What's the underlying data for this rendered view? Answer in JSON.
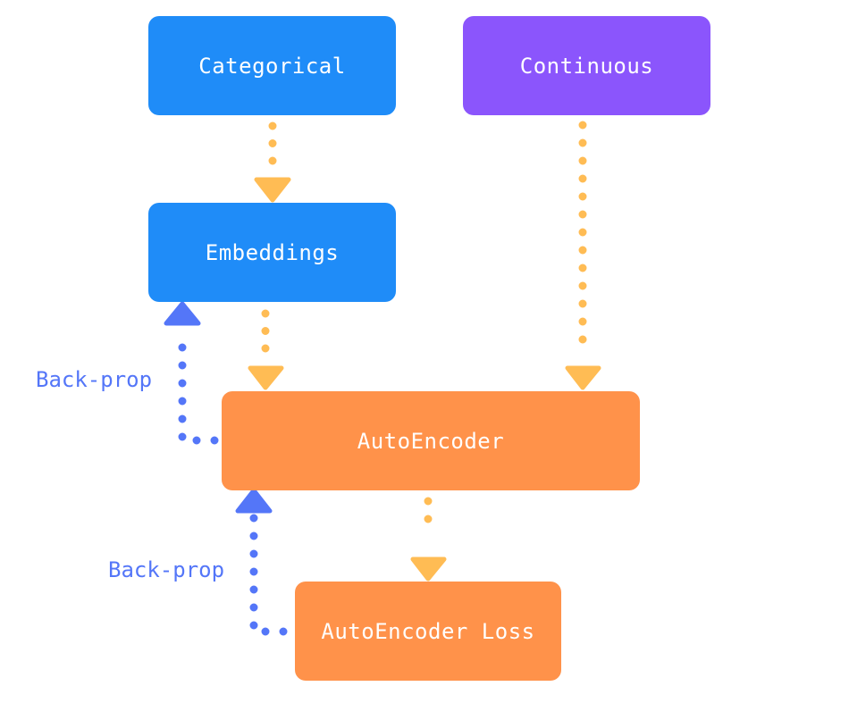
{
  "colors": {
    "blue_node": "#1f8cf8",
    "purple_node": "#8b55fc",
    "orange_node": "#ff924a",
    "forward_edge": "#ffbc54",
    "backprop_edge": "#5476f8",
    "node_text": "#ffffff"
  },
  "nodes": {
    "categorical": "Categorical",
    "continuous": "Continuous",
    "embeddings": "Embeddings",
    "autoencoder": "AutoEncoder",
    "autoencoder_loss": "AutoEncoder Loss"
  },
  "edges": {
    "forward": [
      {
        "from": "Categorical",
        "to": "Embeddings"
      },
      {
        "from": "Embeddings",
        "to": "AutoEncoder"
      },
      {
        "from": "Continuous",
        "to": "AutoEncoder"
      },
      {
        "from": "AutoEncoder",
        "to": "AutoEncoder Loss"
      }
    ],
    "backprop": [
      {
        "from": "AutoEncoder",
        "to": "Embeddings",
        "label": "Back-prop"
      },
      {
        "from": "AutoEncoder Loss",
        "to": "AutoEncoder",
        "label": "Back-prop"
      }
    ]
  }
}
